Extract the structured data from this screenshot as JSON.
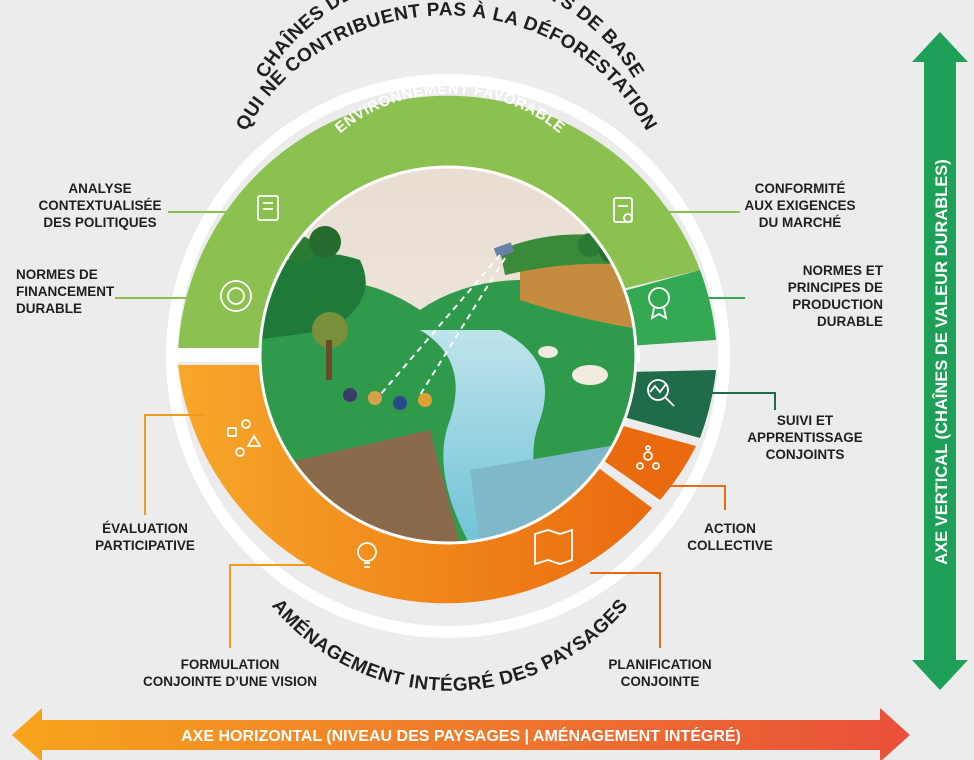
{
  "title": {
    "line1": "CHAÎNES DE VALEUR DE PRODUITS DE BASE",
    "line2": "QUI NE CONTRIBUENT PAS À LA DÉFORESTATION"
  },
  "bottom_title": "AMÉNAGEMENT INTÉGRÉ DES PAYSAGES",
  "enabling": "ENVIRONNEMENT FAVORABLE",
  "axes": {
    "vertical": "AXE VERTICAL (CHAÎNES DE VALEUR DURABLES)",
    "horizontal": "AXE HORIZONTAL (NIVEAU DES PAYSAGES | AMÉNAGEMENT INTÉGRÉ)"
  },
  "labels": {
    "analyse": [
      "ANALYSE",
      "CONTEXTUALISÉE",
      "DES POLITIQUES"
    ],
    "normes_fin": [
      "NORMES DE",
      "FINANCEMENT",
      "DURABLE"
    ],
    "conformite": [
      "CONFORMITÉ",
      "AUX EXIGENCES",
      "DU MARCHÉ"
    ],
    "normes_prod": [
      "NORMES ET",
      "PRINCIPES DE",
      "PRODUCTION",
      "DURABLE"
    ],
    "suivi": [
      "SUIVI ET",
      "APPRENTISSAGE",
      "CONJOINTS"
    ],
    "action": [
      "ACTION",
      "COLLECTIVE"
    ],
    "evaluation": [
      "ÉVALUATION",
      "PARTICIPATIVE"
    ],
    "formulation": [
      "FORMULATION",
      "CONJOINTE D’UNE VISION"
    ],
    "planification": [
      "PLANIFICATION",
      "CONJOINTE"
    ]
  },
  "colors": {
    "light_green": "#8cc152",
    "mid_green": "#35a854",
    "dark_green": "#1f6b4a",
    "orange": "#f39a1e",
    "dark_orange": "#ea6a0f",
    "axis_green": "#1fa058",
    "axis_red": "#e9503a"
  },
  "icons": [
    "document-icon",
    "coin-cycle-icon",
    "clipboard-check-icon",
    "award-badge-icon",
    "analytics-magnifier-icon",
    "network-people-icon",
    "process-shapes-icon",
    "lightbulb-icon",
    "map-icon"
  ]
}
